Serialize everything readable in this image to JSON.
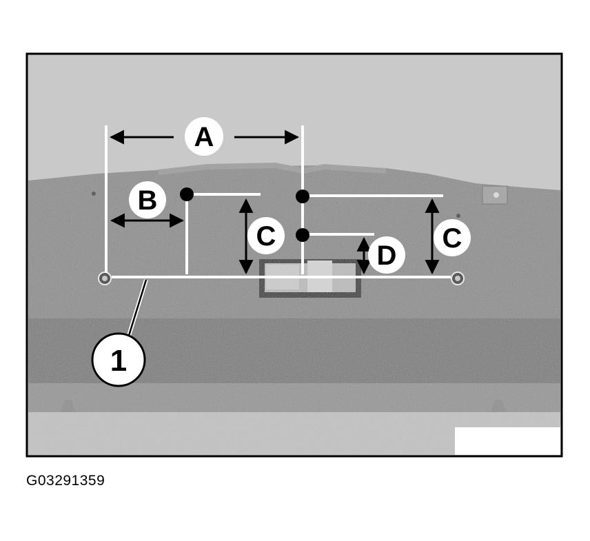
{
  "labels": {
    "a": "A",
    "b": "B",
    "c_left": "C",
    "c_right": "C",
    "d": "D",
    "part_1": "1"
  },
  "figure_id": "G03291359",
  "colors": {
    "background_wall": "#c9c9c9",
    "panel": "#8e8e8e",
    "panel_dark": "#7c7c7c",
    "line": "#ffffff",
    "ink": "#000000"
  }
}
